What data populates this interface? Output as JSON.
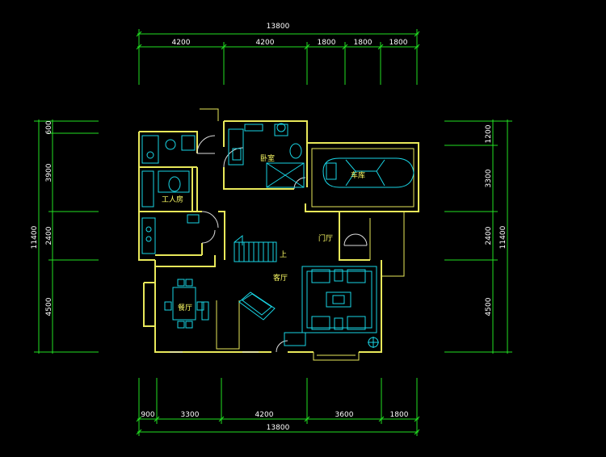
{
  "drawing": {
    "background": "#000000",
    "colors": {
      "dimension": "#22e022",
      "wall": "#e8e85a",
      "fixture": "#19d5e5",
      "door_window": "#dcdcdc",
      "dimension_text": "#ffffff",
      "room_label": "#ffff66"
    }
  },
  "dimensions": {
    "top_total": "13800",
    "top_segments": [
      "4200",
      "4200",
      "1800",
      "1800",
      "1800"
    ],
    "bottom_segments": [
      "900",
      "3300",
      "4200",
      "3600",
      "1800"
    ],
    "bottom_total": "13800",
    "left_segments": [
      "600",
      "3900",
      "2400",
      "4500"
    ],
    "left_total": "11400",
    "right_segments": [
      "1200",
      "3300",
      "2400",
      "4500"
    ],
    "right_total": "11400"
  },
  "rooms": {
    "bedroom": "卧室",
    "garage": "车库",
    "staff_room": "工人房",
    "foyer": "门厅",
    "up": "上",
    "living": "客厅",
    "dining": "餐厅"
  }
}
